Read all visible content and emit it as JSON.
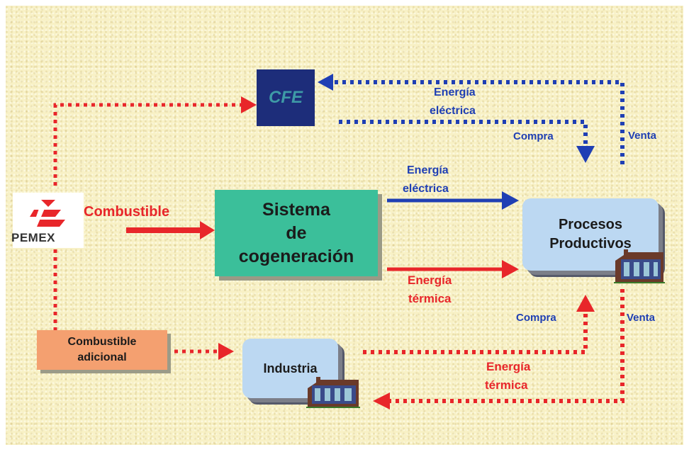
{
  "title": "",
  "nodes": {
    "cfe": "CFE",
    "pemex": "PEMEX",
    "cogeneration": [
      "Sistema",
      "de",
      "cogeneración"
    ],
    "processes": [
      "Procesos",
      "Productivos"
    ],
    "industry": "Industria",
    "extra_fuel": [
      "Combustible",
      "adicional"
    ]
  },
  "labels": {
    "fuel": "Combustible",
    "cfe_electric": [
      "Energía",
      "eléctrica"
    ],
    "cfe_buy": "Compra",
    "cfe_sell": "Venta",
    "cog_electric": [
      "Energía",
      "eléctrica"
    ],
    "cog_thermal": [
      "Energía",
      "térmica"
    ],
    "ind_buy": "Compra",
    "ind_sell": "Venta",
    "ind_thermal": [
      "Energía",
      "térmica"
    ]
  },
  "colors": {
    "background": "#f8f1c6",
    "cogeneration_box": "#3bbf9a",
    "process_box": "#bcd8f2",
    "extra_fuel_box": "#f4a070",
    "cfe_box": "#1d2d7a",
    "blue_flow": "#1f3fb4",
    "red_flow": "#e8262a"
  },
  "icons": [
    "pemex-logo-icon",
    "factory-icon"
  ]
}
